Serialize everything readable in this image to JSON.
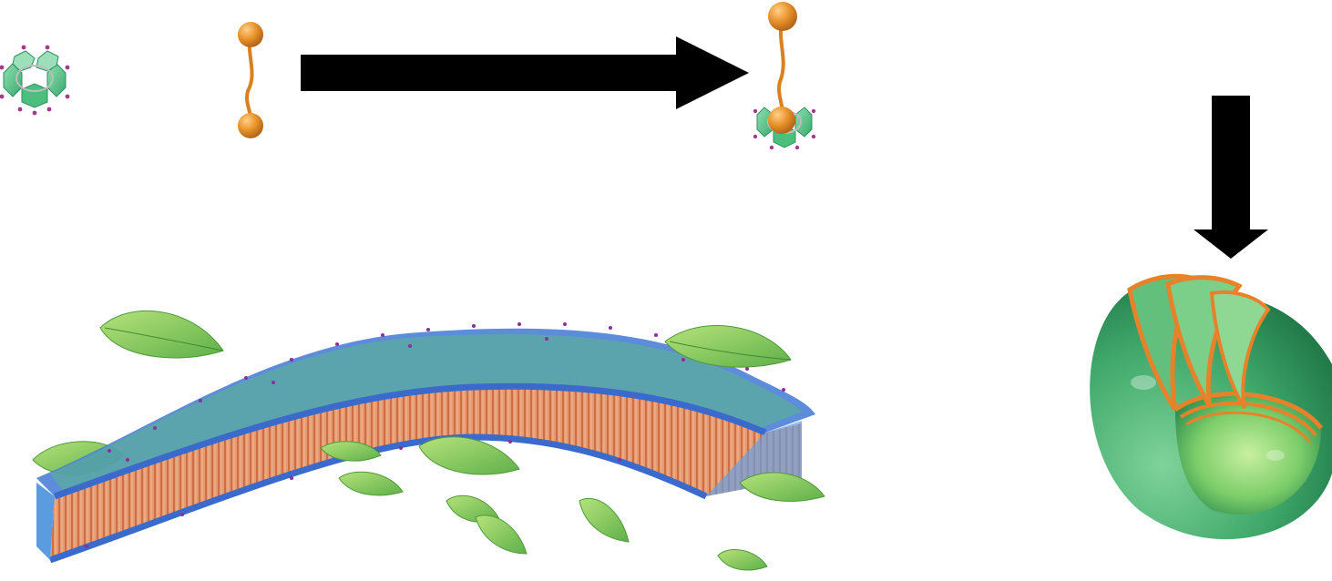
{
  "figure": {
    "components": [
      {
        "id": "host-macrocycle",
        "icon": "green-hexagon-ring-icon"
      },
      {
        "id": "guest-dumbbell",
        "icon": "orange-dumbbell-icon"
      },
      {
        "id": "host-guest-complex",
        "icon": "threaded-complex-icon"
      },
      {
        "id": "layered-vesicle",
        "icon": "multilamellar-sphere-icon"
      },
      {
        "id": "bilayer-sheet",
        "icon": "curved-membrane-icon"
      }
    ],
    "arrows": [
      {
        "from": "guest-dumbbell",
        "to": "host-guest-complex",
        "direction": "right"
      },
      {
        "from": "host-guest-complex",
        "to": "layered-vesicle",
        "direction": "down"
      }
    ],
    "colors": {
      "macrocycle": "#5cc08a",
      "guest": "#e8922a",
      "arrow": "#000000",
      "bilayer_core": "#e0825a",
      "bilayer_shell": "#3f6fd1",
      "bilayer_heads": "#8b2f9e",
      "sphere": "#3fa86a",
      "leaf": "#8fcf5a"
    }
  }
}
